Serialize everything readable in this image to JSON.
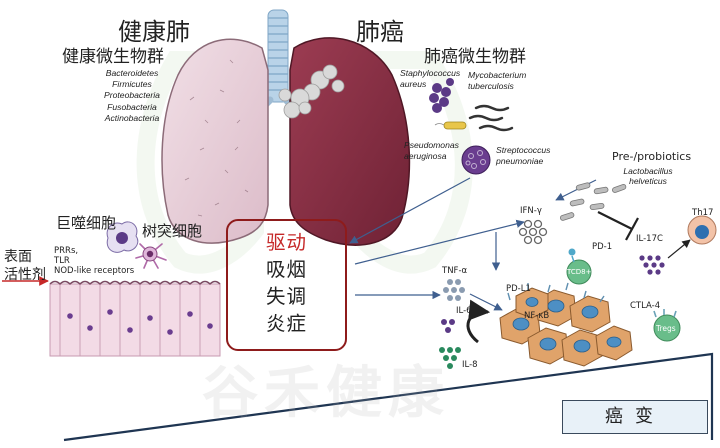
{
  "headings": {
    "healthy_lung": "健康肺",
    "lung_cancer": "肺癌",
    "healthy_microbiome": "健康微生物群",
    "cancer_microbiome": "肺癌微生物群"
  },
  "healthy_bacteria": [
    "Bacteroidetes",
    "Firmicutes",
    "Proteobacteria",
    "Fusobacteria",
    "Actinobacteria"
  ],
  "cancer_bacteria": {
    "staphylococcus": "Staphylococcus aureus",
    "mycobacterium": "Mycobacterium tuberculosis",
    "pseudomonas": "Pseudomonas aeruginosa",
    "streptococcus": "Streptococcus pneumoniae"
  },
  "drivers": [
    "驱动",
    "吸烟",
    "失调",
    "炎症"
  ],
  "cells": {
    "macrophage": "巨噬细胞",
    "dendritic": "树突细胞",
    "surfactant_line1": "表面",
    "surfactant_line2": "活性剂",
    "receptors": [
      "PRRs,",
      "TLR",
      "NOD-like receptors"
    ]
  },
  "immune": {
    "ifn": "IFN-γ",
    "tnf": "TNF-α",
    "il6": "IL-6",
    "il8": "IL-8",
    "pdl1": "PD-L1",
    "nfkb": "NF-κB",
    "pd1": "PD-1",
    "cd8": "TCD8+",
    "il17c": "IL-17C",
    "th17": "Th17",
    "ctla4": "CTLA-4",
    "tregs": "Tregs"
  },
  "probiotics": {
    "title": "Pre-/probiotics",
    "species": "Lactobacillus helveticus"
  },
  "stage_label": "癌变",
  "watermark": "谷禾健康",
  "colors": {
    "driver_border": "#8e1b1b",
    "driver_first": "#c62828",
    "arrow": "#3f5f8f",
    "lung_healthy": "#e9d3dc",
    "lung_cancer": "#8b3145",
    "bacteria_purple": "#5b3a86",
    "tumor_orange": "#e0a36a",
    "stage_box": "#e8f1f8",
    "triangle": "#1f3552"
  }
}
